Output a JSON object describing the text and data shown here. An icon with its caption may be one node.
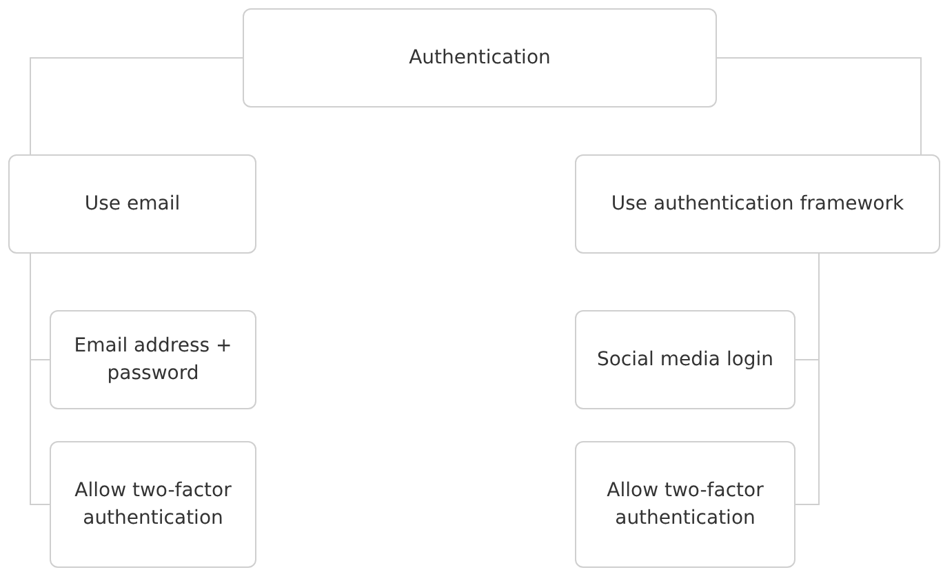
{
  "diagram": {
    "nodes": [
      {
        "text": [
          "Authentication"
        ]
      },
      {
        "text": [
          "Use email"
        ]
      },
      {
        "text": [
          "Use authentication framework"
        ]
      },
      {
        "text": [
          "Email address + password"
        ]
      },
      {
        "text": [
          "Allow two-factor authentication"
        ]
      },
      {
        "text": [
          "Social media login"
        ]
      },
      {
        "text": [
          "Allow two-factor authentication"
        ]
      }
    ],
    "edges": [
      {
        "from": 0,
        "to": 1,
        "arrow": "none"
      },
      {
        "from": 0,
        "to": 2,
        "arrow": "none"
      },
      {
        "from": 1,
        "to": 3,
        "arrow": "none"
      },
      {
        "from": 1,
        "to": 4,
        "arrow": "none"
      },
      {
        "from": 2,
        "to": 5,
        "arrow": "none"
      },
      {
        "from": 2,
        "to": 6,
        "arrow": "none"
      }
    ]
  }
}
